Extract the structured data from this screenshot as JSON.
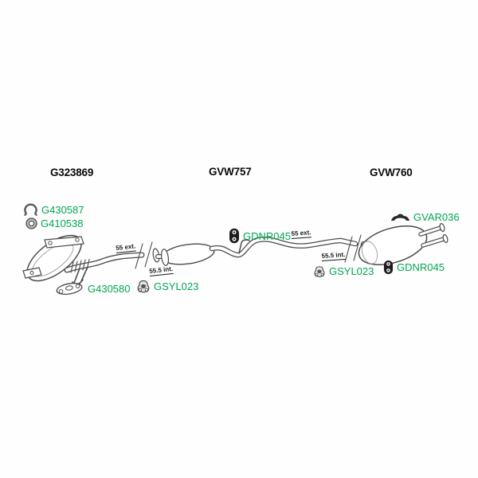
{
  "diagram": {
    "kind": "exhaust-system-parts-diagram",
    "background": "#ffffff"
  },
  "colors": {
    "part_link_green": "#00a651",
    "header_black": "#0a0a0a",
    "line_art_gray": "#4a4a4a"
  },
  "assemblies": {
    "front": {
      "header": "G323869"
    },
    "middle": {
      "header": "GVW757"
    },
    "rear": {
      "header": "GVW760"
    }
  },
  "parts": {
    "clamp": {
      "code": "G430587",
      "icon": "clamp-icon"
    },
    "gasket_ring": {
      "code": "G410538",
      "icon": "gasket-ring-icon"
    },
    "flange_gasket": {
      "code": "G430580",
      "icon": "flange-gasket-icon"
    },
    "front_hanger": {
      "code": "GSYL023",
      "icon": "rubber-hanger-icon"
    },
    "mid_mount": {
      "code": "GDNR045",
      "icon": "exhaust-mount-icon"
    },
    "rear_hanger": {
      "code": "GSYL023",
      "icon": "rubber-hanger-icon"
    },
    "rear_mount": {
      "code": "GDNR045",
      "icon": "exhaust-mount-icon"
    },
    "rear_bracket": {
      "code": "GVAR036",
      "icon": "bracket-icon"
    }
  },
  "dimensions": {
    "front_ext": "55 ext.",
    "front_int": "55.5 int.",
    "rear_ext": "55 ext.",
    "rear_int": "55.5 int."
  }
}
